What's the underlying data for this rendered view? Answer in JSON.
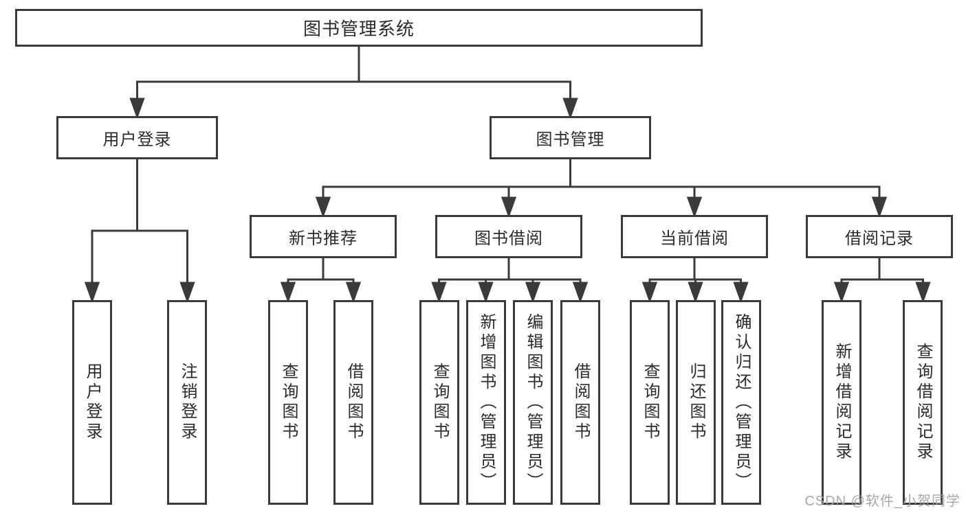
{
  "diagram": {
    "title": "图书管理系统",
    "colors": {
      "line": "#3a3a3a",
      "text": "#2b2b2b",
      "box_background": "#ffffff",
      "watermark": "#9e9e9e"
    },
    "root": {
      "label": "图书管理系统"
    },
    "level2": [
      {
        "label": "用户登录"
      },
      {
        "label": "图书管理"
      }
    ],
    "level3": [
      {
        "label": "新书推荐"
      },
      {
        "label": "图书借阅"
      },
      {
        "label": "当前借阅"
      },
      {
        "label": "借阅记录"
      }
    ],
    "leaves": {
      "user_login": [
        "用户登录",
        "注销登录"
      ],
      "new_book": [
        "查询图书",
        "借阅图书"
      ],
      "borrow": [
        "查询图书",
        "新增图书（管理员）",
        "编辑图书（管理员）",
        "借阅图书"
      ],
      "current": [
        "查询图书",
        "归还图书",
        "确认归还（管理员）"
      ],
      "records": [
        "新增借阅记录",
        "查询借阅记录"
      ]
    },
    "watermark": "CSDN @软件_小贺同学"
  }
}
